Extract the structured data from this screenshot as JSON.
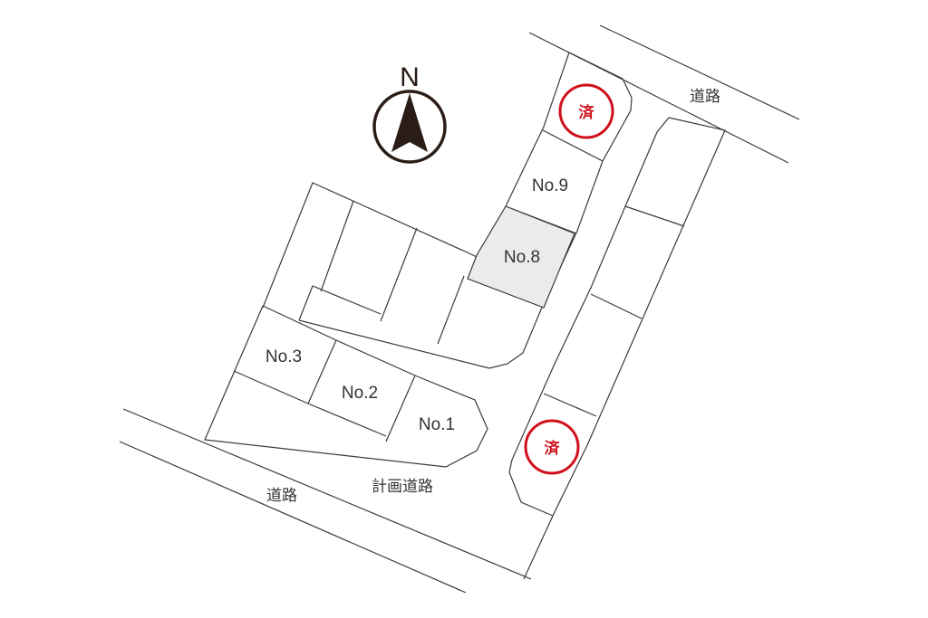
{
  "north": {
    "letter": "N"
  },
  "lots": {
    "no1": "No.1",
    "no2": "No.2",
    "no3": "No.3",
    "no8": "No.8",
    "no9": "No.9"
  },
  "sold_mark": "済",
  "roads": {
    "top_right": "道路",
    "bottom_left": "道路",
    "planned": "計画道路"
  },
  "colors": {
    "sold_red": "#d0101b",
    "highlight_lot": "#ebebeb",
    "north_compass": "#2a1c16"
  },
  "icons": {
    "north": "north-arrow-icon",
    "sold": "sold-stamp-icon"
  }
}
